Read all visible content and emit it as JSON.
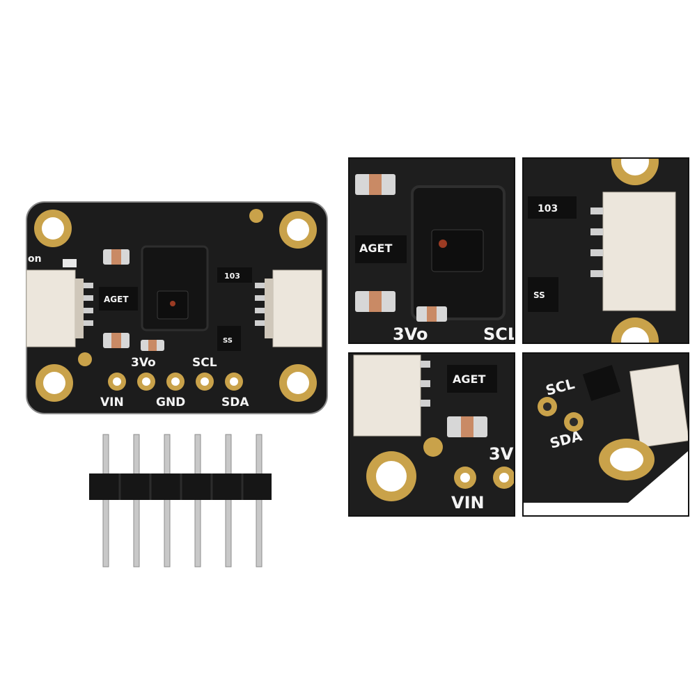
{
  "board": {
    "power_label": "on",
    "pin_labels_top": [
      "3Vo",
      "SCL"
    ],
    "pin_labels_bottom": [
      "VIN",
      "GND",
      "SDA"
    ],
    "regulator_marking": "AGET",
    "resistor_marking": "103",
    "chip_marking": "SS"
  },
  "insets": {
    "top_left": {
      "labels": [
        "AGET",
        "3Vo",
        "SCL"
      ]
    },
    "top_right": {
      "labels": [
        "103",
        "SS"
      ]
    },
    "bottom_left": {
      "labels": [
        "AGET",
        "3V",
        "VIN"
      ]
    },
    "bottom_right": {
      "labels": [
        "SCL",
        "SDA"
      ]
    }
  },
  "colors": {
    "pcb": "#1b1b1b",
    "gold": "#c9a24a",
    "connector": "#ece6dc",
    "silkscreen": "#f4f4f4"
  }
}
